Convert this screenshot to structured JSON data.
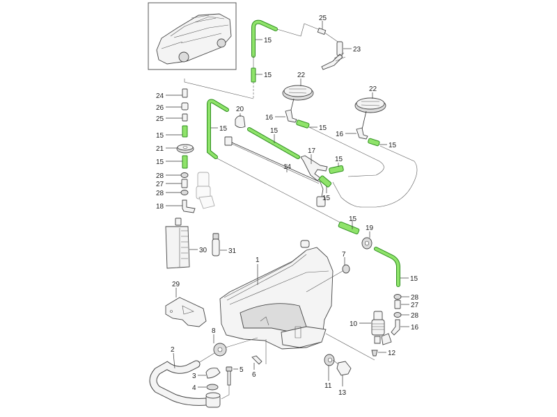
{
  "diagram": {
    "title": "Windshield washer system exploded parts diagram",
    "colors": {
      "hose_fill": "#8fe36a",
      "hose_stroke": "#2f8f1f",
      "line": "#333333"
    },
    "thumbnail": {
      "name": "vehicle-thumbnail",
      "icon": "suv-car-icon"
    },
    "callouts": {
      "c15_top_a": "15",
      "c15_top_b": "15",
      "c25_top": "25",
      "c23": "23",
      "c22_left": "22",
      "c22_right": "22",
      "c24": "24",
      "c26": "26",
      "c25_left": "25",
      "c15_left_a": "15",
      "c21": "21",
      "c15_left_b": "15",
      "c28_left_a": "28",
      "c27_left": "27",
      "c28_left_b": "28",
      "c18": "18",
      "c20": "20",
      "c15_mid_loop": "15",
      "c15_mid_long": "15",
      "c16_left": "16",
      "c15_nozzle_left": "15",
      "c16_right": "16",
      "c15_nozzle_right": "15",
      "c17": "17",
      "c15_y_a": "15",
      "c15_y_b": "15",
      "c14": "14",
      "c30": "30",
      "c31": "31",
      "c1": "1",
      "c29": "29",
      "c15_lower_a": "15",
      "c19": "19",
      "c7": "7",
      "c15_lower_b": "15",
      "c28_right_a": "28",
      "c27_right": "27",
      "c28_right_b": "28",
      "c10": "10",
      "c16_pump": "16",
      "c12": "12",
      "c8": "8",
      "c2": "2",
      "c3": "3",
      "c4": "4",
      "c5": "5",
      "c6": "6",
      "c11": "11",
      "c13": "13"
    }
  }
}
